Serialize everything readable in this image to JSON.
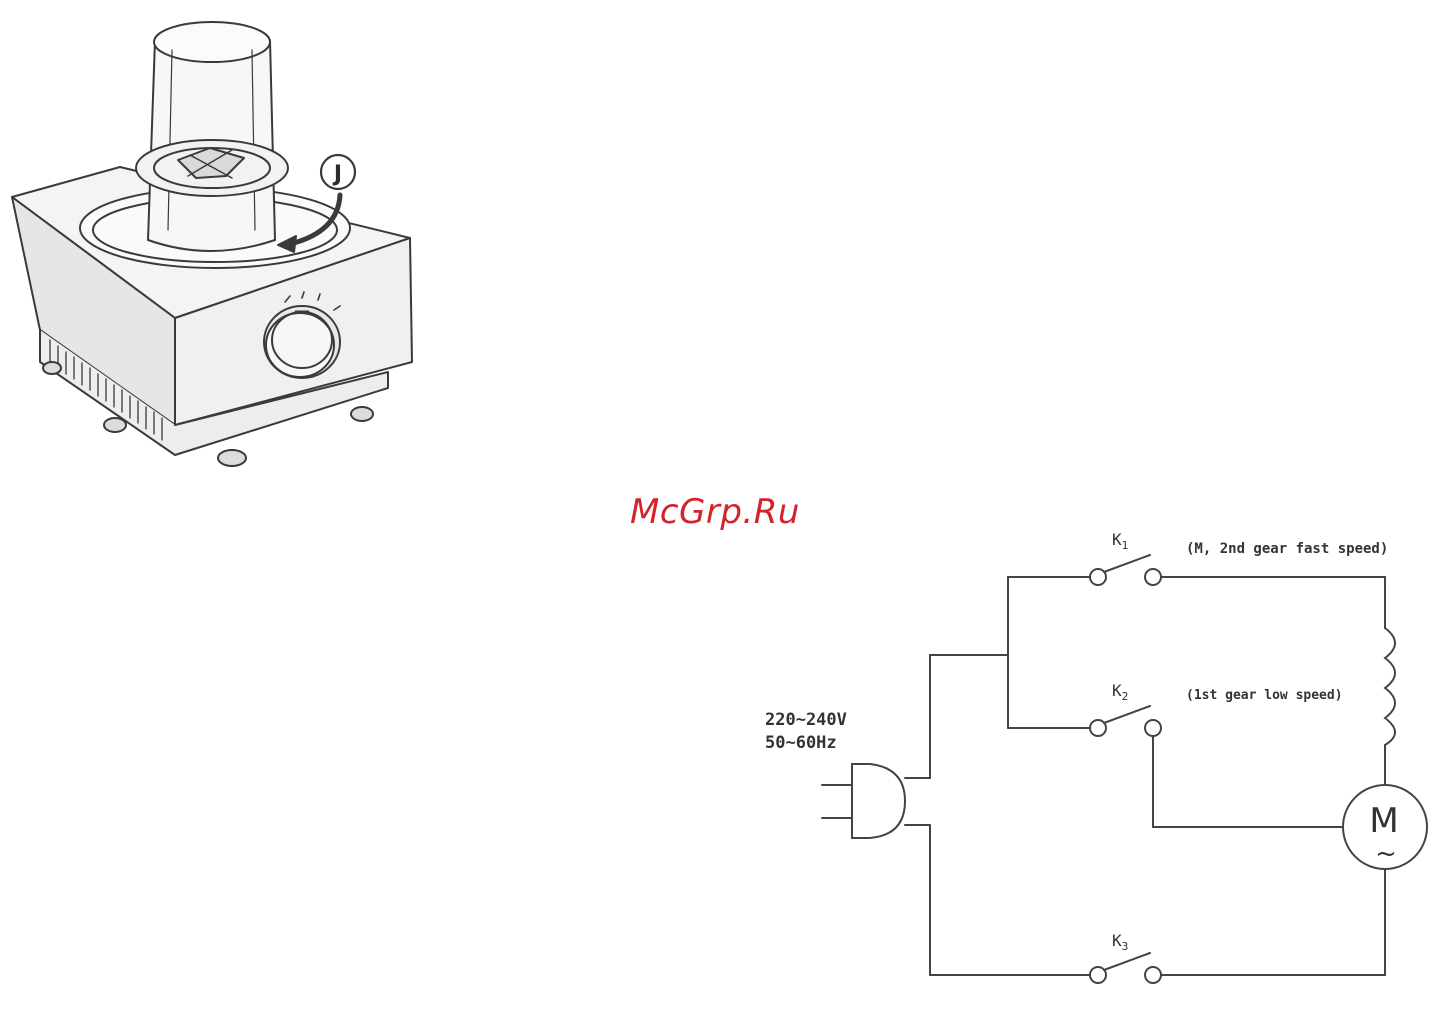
{
  "watermark": {
    "text": "McGrp.Ru",
    "color": "#d2242a"
  },
  "appliance": {
    "step_marker": "J"
  },
  "circuit": {
    "supply_voltage": "220~240V",
    "supply_frequency": "50~60Hz",
    "switches": [
      {
        "label_main": "K",
        "label_sub": "1",
        "note": "(M, 2nd gear fast speed)"
      },
      {
        "label_main": "K",
        "label_sub": "2",
        "note": "(1st gear low speed)"
      },
      {
        "label_main": "K",
        "label_sub": "3",
        "note": ""
      }
    ],
    "motor": {
      "symbol": "M",
      "ac_symbol": "~"
    }
  },
  "colors": {
    "line": "#444444",
    "ink": "#333333"
  }
}
